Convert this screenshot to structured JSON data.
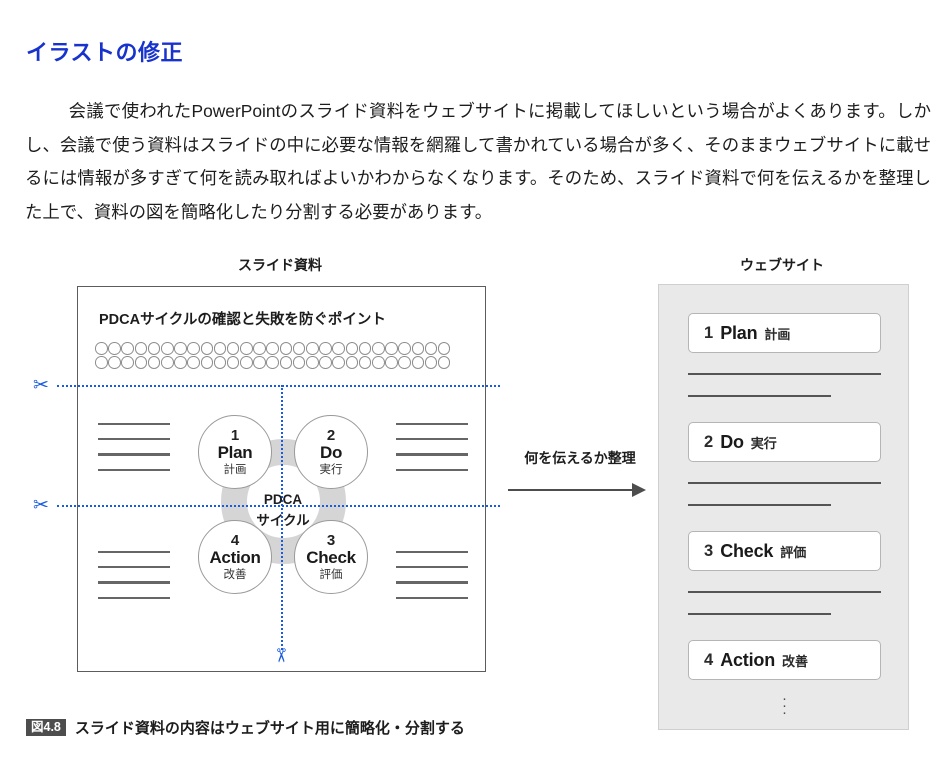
{
  "heading": "イラストの修正",
  "body_paragraph": "　会議で使われたPowerPointのスライド資料をウェブサイトに掲載してほしいという場合がよくあります。しかし、会議で使う資料はスライドの中に必要な情報を網羅して書かれている場合が多く、そのままウェブサイトに載せるには情報が多すぎて何を読み取ればよいかわからなくなります。そのため、スライド資料で何を伝えるかを整理した上で、資料の図を簡略化したり分割する必要があります。",
  "figure": {
    "slide_panel": {
      "caption": "スライド資料",
      "slide_title": "PDCAサイクルの確認と失敗を防ぐポイント",
      "placeholder_circle_rows": 2,
      "placeholder_circles_per_row": 27,
      "placeholder_line_groups": 4,
      "placeholder_lines_per_group": 4,
      "pdca": {
        "center_line1": "PDCA",
        "center_line2": "サイクル",
        "nodes": [
          {
            "num": "1",
            "eng": "Plan",
            "jp": "計画"
          },
          {
            "num": "2",
            "eng": "Do",
            "jp": "実行"
          },
          {
            "num": "3",
            "eng": "Check",
            "jp": "評価"
          },
          {
            "num": "4",
            "eng": "Action",
            "jp": "改善"
          }
        ]
      },
      "cut_marks": {
        "icon": "scissors-icon",
        "glyph": "✂",
        "horizontal_count": 2,
        "vertical_count": 1,
        "color": "#1a5ce0"
      }
    },
    "arrow": {
      "label": "何を伝えるか整理",
      "icon": "right-arrow-icon"
    },
    "web_panel": {
      "caption": "ウェブサイト",
      "cards": [
        {
          "num": "1",
          "eng": "Plan",
          "jp": "計画"
        },
        {
          "num": "2",
          "eng": "Do",
          "jp": "実行"
        },
        {
          "num": "3",
          "eng": "Check",
          "jp": "評価"
        },
        {
          "num": "4",
          "eng": "Action",
          "jp": "改善"
        }
      ],
      "line_groups": 3,
      "ellipsis": "⋮"
    }
  },
  "figure_caption": {
    "badge": "図4.8",
    "text": "スライド資料の内容はウェブサイト用に簡略化・分割する"
  },
  "colors": {
    "heading_blue": "#1832cc",
    "cut_blue": "#1a5ce0",
    "panel_gray": "#e9e9e9",
    "ring_gray": "#d5d5d5",
    "badge_gray": "#4d4d4d"
  }
}
